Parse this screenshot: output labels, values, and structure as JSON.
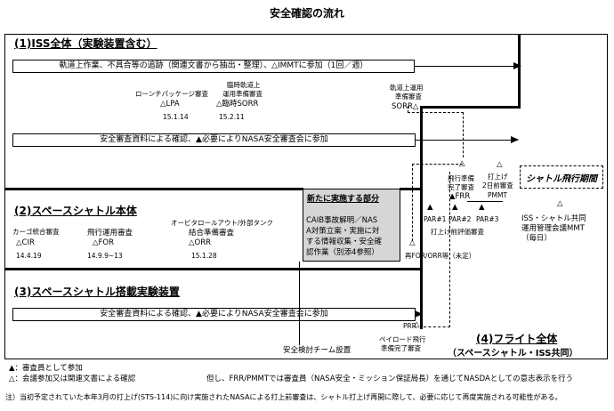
{
  "title": "安全確認の流れ",
  "sections": {
    "iss": "(1)ISS全体（実験装置含む）",
    "shuttle": "(2)スペースシャトル本体",
    "payload": "(3)スペースシャトル搭載実験装置",
    "flight": "(4)フライト全体",
    "flight_sub": "（スペースシャトル・ISS共同）"
  },
  "bars": {
    "iss_ops": "軌道上作業、不具合等の追跡（関連文書から抽出・整理）、△IMMTに参加（1回／週）",
    "iss_safety": "安全審査資料による確認、▲必要によりNASA安全審査会に参加",
    "payload_safety": "安全審査資料による確認、▲必要によりNASA安全審査会に参加"
  },
  "milestones": {
    "launch_package": {
      "name": "ローンチパッケージ審査",
      "code": "△LPA",
      "date": "15.1.14"
    },
    "temp_ops": {
      "name1": "臨時軌道上",
      "name2": "運用準備審査",
      "code": "△臨時SORR",
      "date": "15.2.11"
    },
    "orbit_ops": {
      "name1": "軌道上運用",
      "name2": "準備審査",
      "code": "SORR△"
    },
    "cargo": {
      "name": "カーゴ統合審査",
      "code": "△CIR",
      "date": "14.4.19"
    },
    "flight_ops": {
      "name": "飛行運用審査",
      "code": "△FOR",
      "date": "14.9.9~13"
    },
    "orbiter": {
      "name1": "オービタロールアウト/外部タンク",
      "name2": "結合準備審査",
      "code": "△ORR",
      "date": "15.1.28"
    },
    "frr": {
      "name1": "飛行準備",
      "name2": "完了審査",
      "code": "▲FRR"
    },
    "pmmt": {
      "name1": "打上げ",
      "name2": "2日前審査",
      "code": "PMMT"
    },
    "par1": "PAR#1",
    "par2": "PAR#2",
    "par3": "PAR#3",
    "pre_launch_eval": "打上げ前評価審査",
    "reflight": "再FOR/ORR等（未定）",
    "prr": "PRR",
    "payload_done1": "ペイロード飛行",
    "payload_done2": "準備完了審査",
    "team": "安全検討チーム設置"
  },
  "new_box": {
    "heading": "新たに実施する部分",
    "lines": [
      "CAIB事故解明／NAS",
      "A対策立案・実施に対",
      "する情報収集・安全確",
      "認作業（別添4参照）"
    ]
  },
  "shuttle_period": "シャトル飛行期間",
  "mmt": {
    "line1": "ISS・シャトル共同",
    "line2": "運用管理会議MMT",
    "line3": "（毎日）"
  },
  "legend": {
    "filled": "▲：審査員として参加",
    "open": "△：会議参加又は関連文書による確認",
    "note_frr": "但し、FRR/PMMTでは審査員（NASA安全・ミッション保証局長）を通じてNASDAとしての意志表示を行う"
  },
  "footnote": "注）当初予定されていた本年3月の打上げ(STS-114)に向け実施されたNASAによる打上前審査は、シャトル打上げ再開に際して、必要に応じて再度実施される可能性がある。"
}
